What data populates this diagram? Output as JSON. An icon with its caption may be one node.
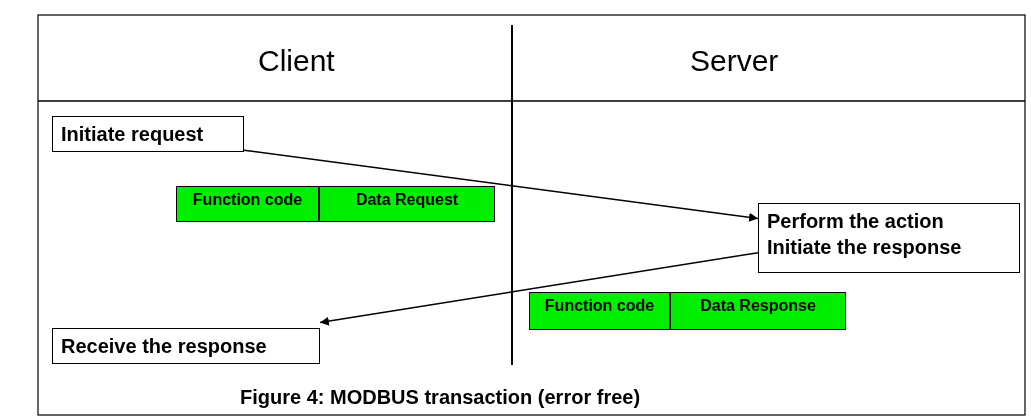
{
  "diagram": {
    "caption": "Figure 4: MODBUS transaction (error free)",
    "nodes": [
      {
        "text": [
          "Initiate request"
        ]
      },
      {
        "text": [
          "Perform the action",
          "Initiate the response"
        ]
      },
      {
        "text": [
          "Receive the response"
        ]
      },
      {
        "text": [
          "Function code"
        ]
      },
      {
        "text": [
          "Data Request"
        ]
      },
      {
        "text": [
          "Function code"
        ]
      },
      {
        "text": [
          "Data Response"
        ]
      }
    ],
    "edges": [
      {
        "from": 0,
        "to": 1,
        "arrow": "to"
      },
      {
        "from": 1,
        "to": 2,
        "arrow": "to"
      }
    ],
    "labels": [
      "Client",
      "Server"
    ]
  }
}
